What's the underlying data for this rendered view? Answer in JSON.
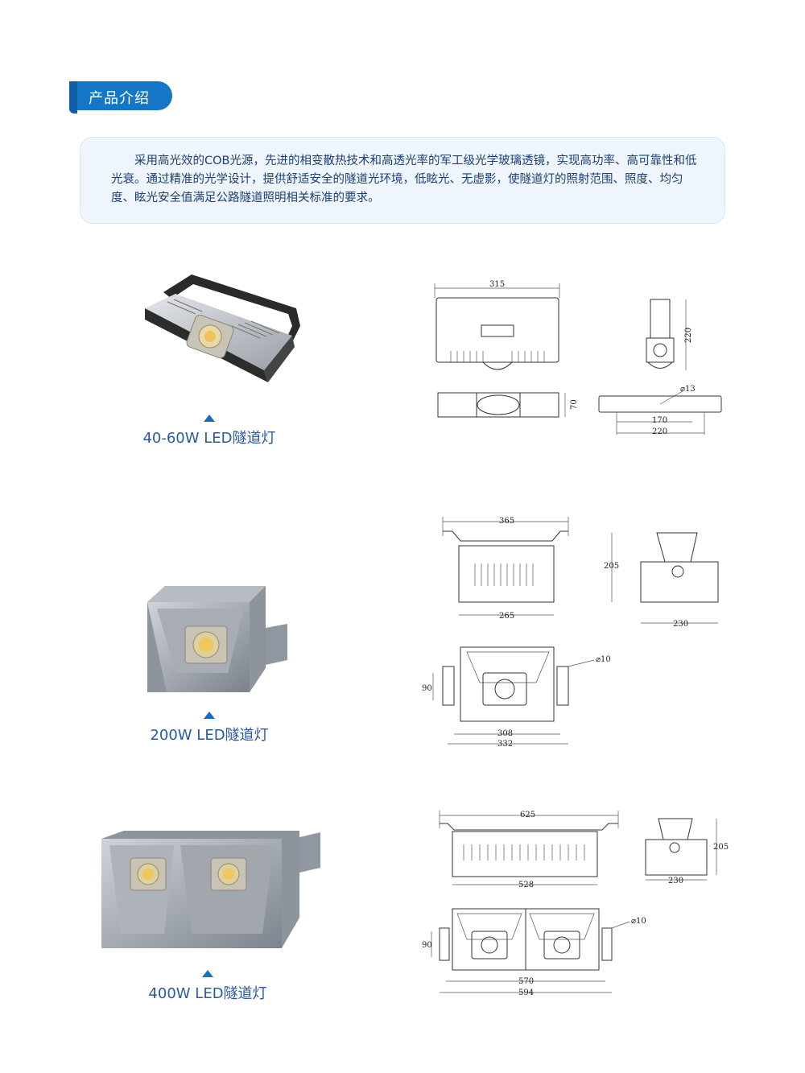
{
  "section": {
    "title": "产品介绍"
  },
  "intro": {
    "text": "采用高光效的COB光源，先进的相变散热技术和高透光率的军工级光学玻璃透镜，实现高功率、高可靠性和低光衰。通过精准的光学设计，提供舒适安全的隧道光环境，低眩光、无虚影，使隧道灯的照射范围、照度、均匀度、眩光安全值满足公路隧道照明相关标准的要求。"
  },
  "products": [
    {
      "caption": "40-60W LED隧道灯",
      "dims": {
        "width": "315",
        "height": "220",
        "depth": "70",
        "hole": "⌀13",
        "mount_inner": "170",
        "mount_outer": "220"
      }
    },
    {
      "caption": "200W LED隧道灯",
      "dims": {
        "width": "365",
        "inner_width": "265",
        "height": "205",
        "side_width": "230",
        "hole": "⌀10",
        "mount": "90",
        "front_inner": "308",
        "front_outer": "332"
      }
    },
    {
      "caption": "400W LED隧道灯",
      "dims": {
        "width": "625",
        "inner_width": "528",
        "height": "205",
        "side_width": "230",
        "hole": "⌀10",
        "mount": "90",
        "front_inner": "570",
        "front_outer": "594"
      }
    }
  ],
  "colors": {
    "accent": "#1676c6",
    "caption": "#2a5aa0",
    "intro_bg": "#eef5fc",
    "intro_text": "#1c3f74"
  }
}
